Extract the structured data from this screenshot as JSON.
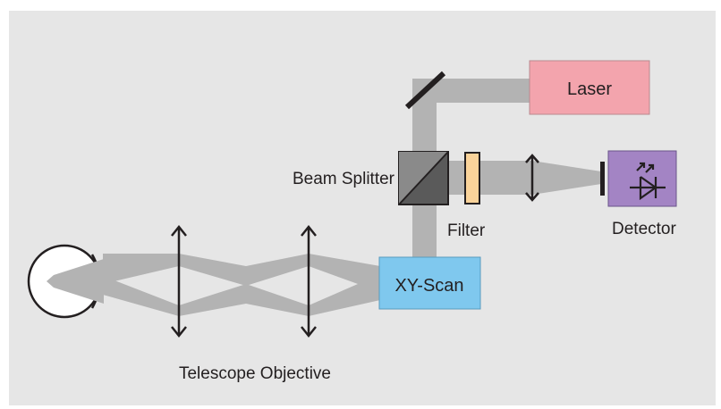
{
  "components": {
    "laser": {
      "label": "Laser",
      "color": "#f3a4ad"
    },
    "detector": {
      "label": "Detector",
      "color": "#a384c4"
    },
    "xy_scan": {
      "label": "XY-Scan",
      "color": "#7fc8ee"
    },
    "beam_splitter": {
      "label": "Beam Splitter"
    },
    "filter": {
      "label": "Filter",
      "color": "#fad39a"
    },
    "telescope": {
      "label": "Telescope Objective"
    }
  },
  "colors": {
    "background": "#e6e6e6",
    "beam": "#b3b3b3",
    "line": "#231f20"
  }
}
